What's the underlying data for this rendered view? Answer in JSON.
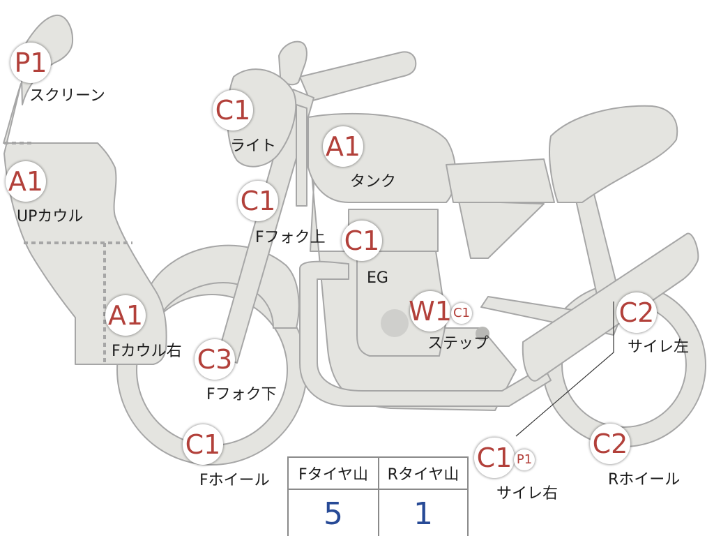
{
  "parts": [
    {
      "name": "screen",
      "code": "P1",
      "label": "スクリーン"
    },
    {
      "name": "up-cowl",
      "code": "A1",
      "label": "UPカウル"
    },
    {
      "name": "f-cowl-right",
      "code": "A1",
      "label": "Fカウル右"
    },
    {
      "name": "light",
      "code": "C1",
      "label": "ライト"
    },
    {
      "name": "f-fork-upper",
      "code": "C1",
      "label": "Fフォク上"
    },
    {
      "name": "f-fork-lower",
      "code": "C3",
      "label": "Fフォク下"
    },
    {
      "name": "f-wheel",
      "code": "C1",
      "label": "Fホイール"
    },
    {
      "name": "tank",
      "code": "A1",
      "label": "タンク"
    },
    {
      "name": "engine",
      "code": "C1",
      "label": "EG"
    },
    {
      "name": "step",
      "code": "W1",
      "code2": "C1",
      "label": "ステップ"
    },
    {
      "name": "muffler-left",
      "code": "C2",
      "label": "サイレ左"
    },
    {
      "name": "muffler-right",
      "code": "C1",
      "code2": "P1",
      "label": "サイレ右"
    },
    {
      "name": "r-wheel",
      "code": "C2",
      "label": "Rホイール"
    }
  ],
  "tire_table": {
    "headers": [
      "Fタイヤ山",
      "Rタイヤ山"
    ],
    "values": [
      "5",
      "1"
    ]
  },
  "colors": {
    "body_fill": "#e4e4e0",
    "outline": "#a6a6a6",
    "badge_text": "#b2403a",
    "table_value": "#274a96"
  }
}
